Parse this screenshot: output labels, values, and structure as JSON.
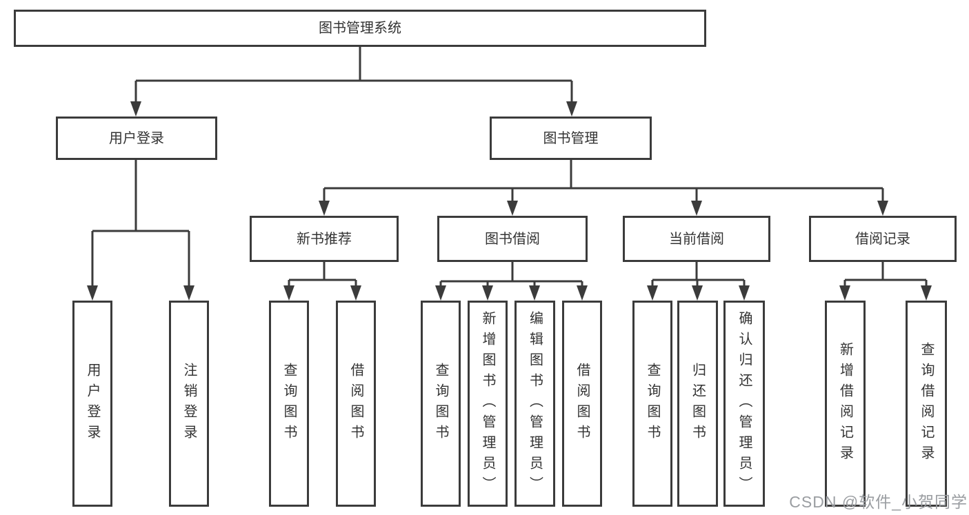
{
  "diagram": {
    "root": {
      "label": "图书管理系统"
    },
    "branches": [
      {
        "label": "用户登录",
        "children": [
          {
            "label": "用户登录"
          },
          {
            "label": "注销登录"
          }
        ]
      },
      {
        "label": "图书管理",
        "children": [
          {
            "label": "新书推荐",
            "children": [
              {
                "label": "查询图书"
              },
              {
                "label": "借阅图书"
              }
            ]
          },
          {
            "label": "图书借阅",
            "children": [
              {
                "label": "查询图书"
              },
              {
                "label": "新增图书（管理员）"
              },
              {
                "label": "编辑图书（管理员）"
              },
              {
                "label": "借阅图书"
              }
            ]
          },
          {
            "label": "当前借阅",
            "children": [
              {
                "label": "查询图书"
              },
              {
                "label": "归还图书"
              },
              {
                "label": "确认归还（管理员）"
              }
            ]
          },
          {
            "label": "借阅记录",
            "children": [
              {
                "label": "新增借阅记录"
              },
              {
                "label": "查询借阅记录"
              }
            ]
          }
        ]
      }
    ],
    "watermark": "CSDN @软件_小贺同学",
    "colors": {
      "line": "#3b3b3b",
      "text": "#333333",
      "watermark": "#9a9da1",
      "background": "#ffffff"
    }
  }
}
